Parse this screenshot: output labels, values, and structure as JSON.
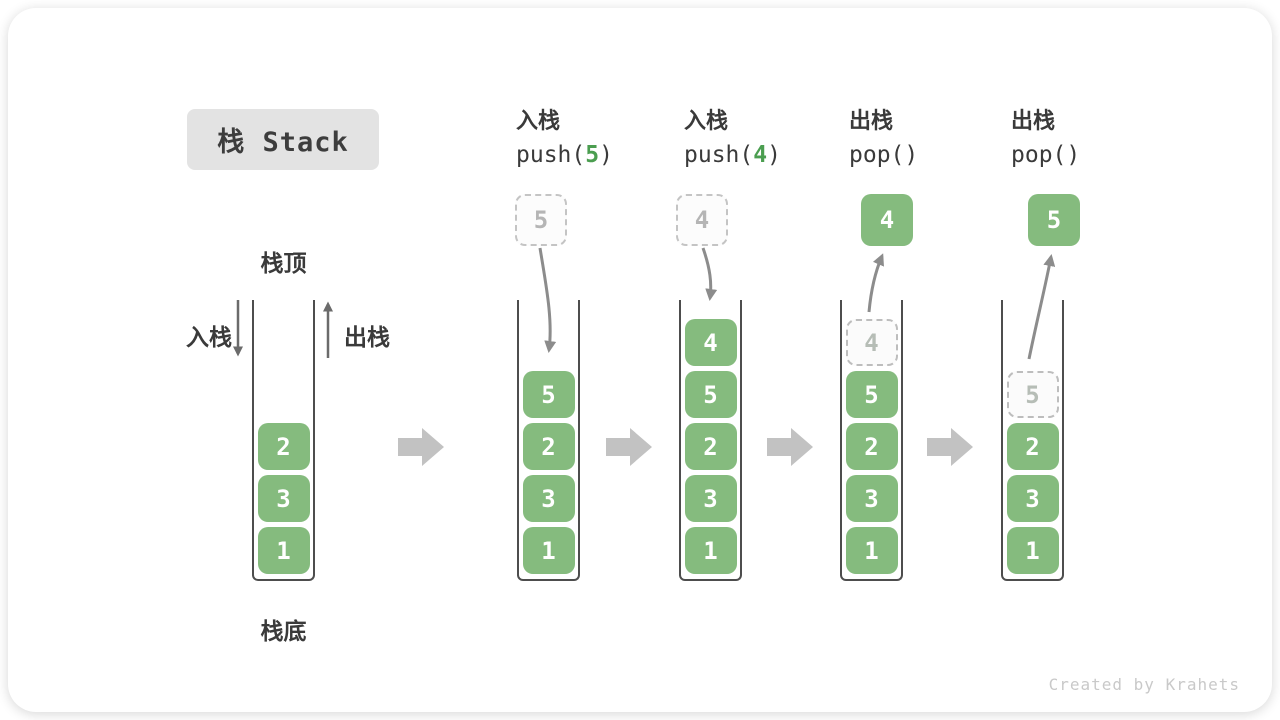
{
  "title": {
    "text": "栈 Stack"
  },
  "credit": "Created by Krahets",
  "side_labels": {
    "stack_top": "栈顶",
    "stack_bottom": "栈底",
    "push": "入栈",
    "pop": "出栈"
  },
  "operations": [
    {
      "name": "入栈",
      "code_prefix": "push(",
      "arg": "5",
      "code_suffix": ")"
    },
    {
      "name": "入栈",
      "code_prefix": "push(",
      "arg": "4",
      "code_suffix": ")"
    },
    {
      "name": "出栈",
      "code_prefix": "pop(",
      "arg": "",
      "code_suffix": ")"
    },
    {
      "name": "出栈",
      "code_prefix": "pop(",
      "arg": "",
      "code_suffix": ")"
    }
  ],
  "floating_values": [
    {
      "style": "dashed",
      "value": "5"
    },
    {
      "style": "dashed",
      "value": "4"
    },
    {
      "style": "solid",
      "value": "4"
    },
    {
      "style": "solid",
      "value": "5"
    }
  ],
  "stacks": [
    {
      "step": "initial",
      "blocks": [
        {
          "style": "solid",
          "value": "2"
        },
        {
          "style": "solid",
          "value": "3"
        },
        {
          "style": "solid",
          "value": "1"
        }
      ]
    },
    {
      "step": "after-push-5",
      "blocks": [
        {
          "style": "solid",
          "value": "5"
        },
        {
          "style": "solid",
          "value": "2"
        },
        {
          "style": "solid",
          "value": "3"
        },
        {
          "style": "solid",
          "value": "1"
        }
      ]
    },
    {
      "step": "after-push-4",
      "blocks": [
        {
          "style": "solid",
          "value": "4"
        },
        {
          "style": "solid",
          "value": "5"
        },
        {
          "style": "solid",
          "value": "2"
        },
        {
          "style": "solid",
          "value": "3"
        },
        {
          "style": "solid",
          "value": "1"
        }
      ]
    },
    {
      "step": "after-pop-4",
      "blocks": [
        {
          "style": "ghost",
          "value": "4"
        },
        {
          "style": "solid",
          "value": "5"
        },
        {
          "style": "solid",
          "value": "2"
        },
        {
          "style": "solid",
          "value": "3"
        },
        {
          "style": "solid",
          "value": "1"
        }
      ]
    },
    {
      "step": "after-pop-5",
      "blocks": [
        {
          "style": "ghost",
          "value": "5"
        },
        {
          "style": "solid",
          "value": "2"
        },
        {
          "style": "solid",
          "value": "3"
        },
        {
          "style": "solid",
          "value": "1"
        }
      ]
    }
  ],
  "colors": {
    "green": "#85bb7e",
    "green-dark": "#4b9e50",
    "ink": "#3a3a3a",
    "wall": "#4d4d4d",
    "ghost-border": "#bdbdbd",
    "ghost-text": "#b6bdb6",
    "flow-arrow": "#c2c2c2",
    "curve-arrow": "#8c8c8c",
    "side-arrow": "#6b6b6b",
    "title-bg": "#e3e3e3",
    "credit": "#c9c9c9"
  }
}
